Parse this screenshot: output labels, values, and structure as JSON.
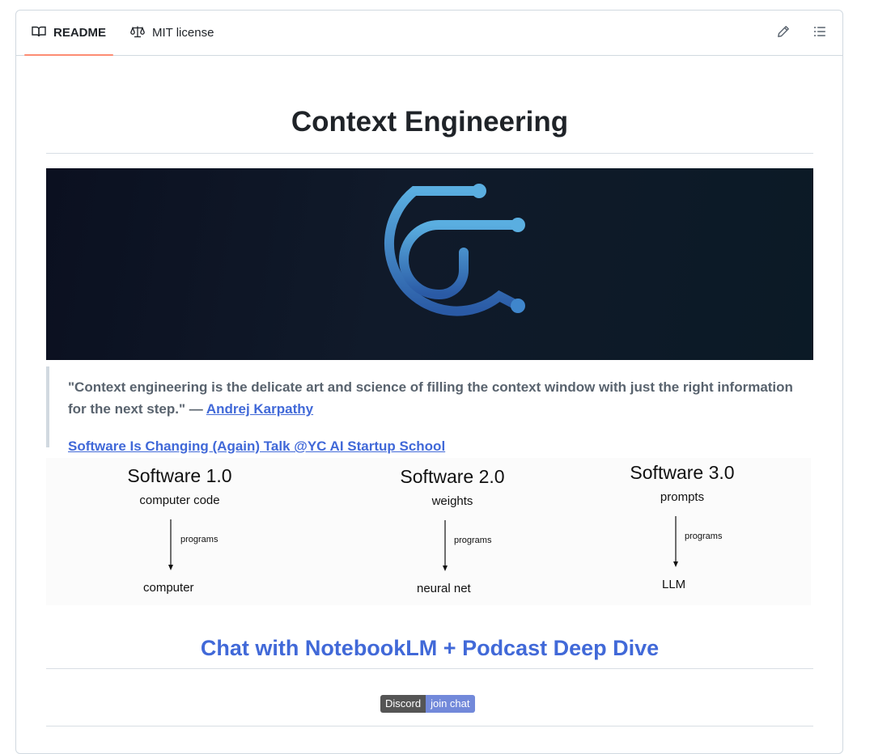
{
  "tabs": {
    "readme": "README",
    "license": "MIT license"
  },
  "icons": {
    "readme": "book-icon",
    "license": "law-icon",
    "edit": "pencil-icon",
    "outline": "list-unordered-icon"
  },
  "readme": {
    "title": "Context Engineering",
    "quote": {
      "text": "\"Context engineering is the delicate art and science of filling the context window with just the right information for the next step.\" — ",
      "author": "Andrej Karpathy",
      "talk_link": "Software Is Changing (Again) Talk @YC AI Startup School"
    },
    "software_diagram": {
      "columns": [
        {
          "heading": "Software 1.0",
          "input": "computer code",
          "relation": "programs",
          "output": "computer"
        },
        {
          "heading": "Software 2.0",
          "input": "weights",
          "relation": "programs",
          "output": "neural net"
        },
        {
          "heading": "Software 3.0",
          "input": "prompts",
          "relation": "programs",
          "output": "LLM"
        }
      ]
    },
    "notebook_heading": "Chat with NotebookLM + Podcast Deep Dive",
    "discord_badge": {
      "left": "Discord",
      "right": "join chat"
    }
  },
  "colors": {
    "link": "#4169d8",
    "tab_underline": "#fd8c73",
    "badge_left": "#555555",
    "badge_right": "#7289da",
    "banner_bg": "#0b1020",
    "logo_gradient_top": "#5aaee0",
    "logo_gradient_bottom": "#2a5aa5"
  }
}
